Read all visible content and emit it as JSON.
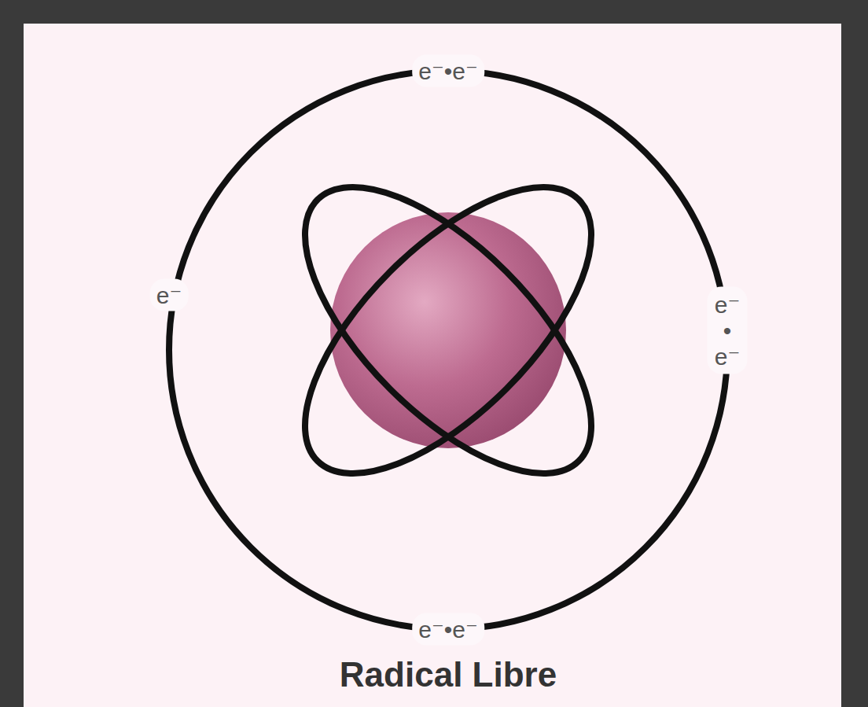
{
  "diagram": {
    "caption": "Radical Libre",
    "labels": [
      "e⁻•e⁻",
      "e⁻",
      "e⁻ • e⁻",
      "e⁻•e⁻"
    ]
  }
}
